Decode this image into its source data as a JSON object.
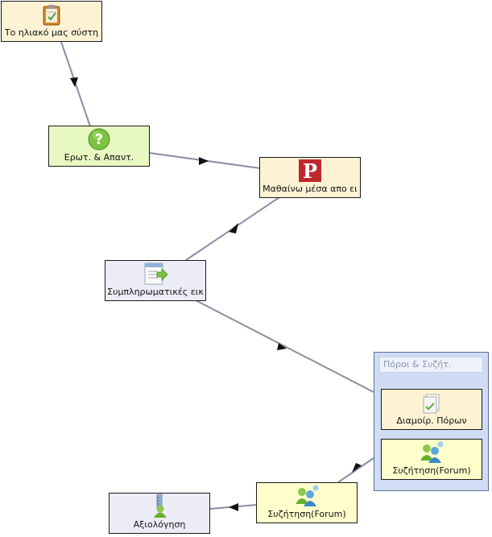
{
  "colors": {
    "beige": "#fdf3d4",
    "lime": "#e8f8c2",
    "lavender": "#ececf7",
    "yellow": "#ffffcc",
    "group_bg": "#cfdcf3",
    "edge": "#8d8ca6"
  },
  "nodes": {
    "solar_system": {
      "label": "Το ηλιακό μας σύστη",
      "icon": "clipboard-icon"
    },
    "qa": {
      "label": "Ερωτ. & Απαντ.",
      "icon": "question-icon"
    },
    "learn_through": {
      "label": "Μαθαίνω μέσα απο ει",
      "icon": "presentation-p-icon"
    },
    "extra_images": {
      "label": "Συμπληρωματικές εικ",
      "icon": "document-arrow-icon"
    },
    "resource_sharing": {
      "label": "Διαμοίρ. Πόρων",
      "icon": "shared-document-icon"
    },
    "discussion_group": {
      "label": "Συζήτηση(Forum)",
      "icon": "users-icon"
    },
    "discussion": {
      "label": "Συζήτηση(Forum)",
      "icon": "users-icon"
    },
    "assessment": {
      "label": "Αξιολόγηση",
      "icon": "ruler-user-icon"
    }
  },
  "group": {
    "title": "Πόροι & Συζήτ."
  }
}
